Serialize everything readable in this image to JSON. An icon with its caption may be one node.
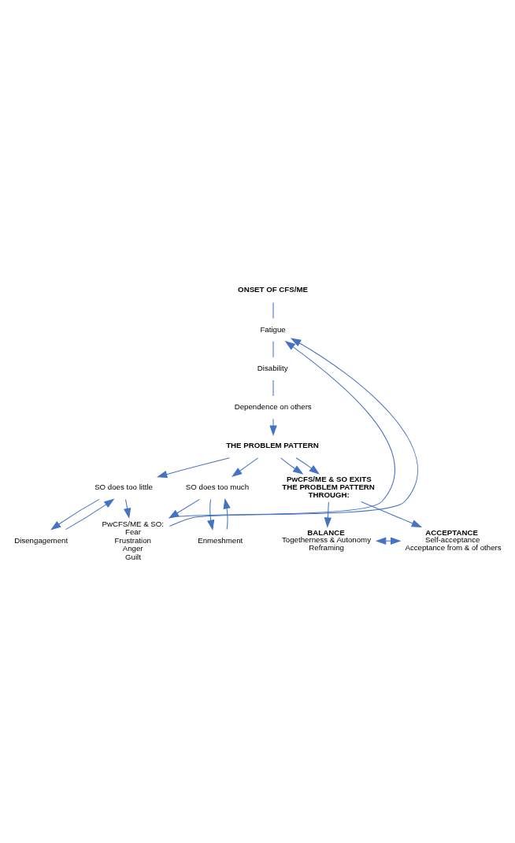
{
  "diagram": {
    "nodes": [
      {
        "text": [
          "ONSET OF CFS/ME"
        ]
      },
      {
        "text": [
          "Fatigue"
        ]
      },
      {
        "text": [
          "Disability"
        ]
      },
      {
        "text": [
          "Dependence on others"
        ]
      },
      {
        "text": [
          "THE PROBLEM PATTERN"
        ]
      },
      {
        "text": [
          "SO does too little"
        ]
      },
      {
        "text": [
          "Disengagement"
        ]
      },
      {
        "text": [
          "SO does too much"
        ]
      },
      {
        "text": [
          "Enmeshment"
        ]
      },
      {
        "text": [
          "PwCFS/ME & SO:",
          "Fear",
          "Frustration",
          "Anger",
          "Guilt"
        ]
      },
      {
        "text": [
          "PwCFS/ME & SO EXITS THE PROBLEM PATTERN THROUGH:"
        ]
      },
      {
        "text": [
          "BALANCE",
          "Togetherness & Autonomy",
          "Reframing"
        ]
      },
      {
        "text": [
          "ACCEPTANCE",
          "Self-acceptance",
          "Acceptance from & of others"
        ]
      }
    ],
    "edges": [
      {
        "from": 0,
        "to": 1,
        "arrow": "none"
      },
      {
        "from": 1,
        "to": 2,
        "arrow": "none"
      },
      {
        "from": 2,
        "to": 3,
        "arrow": "none"
      },
      {
        "from": 3,
        "to": 4,
        "arrow": "to"
      },
      {
        "from": 4,
        "to": 5,
        "arrow": "to"
      },
      {
        "from": 4,
        "to": 7,
        "arrow": "to"
      },
      {
        "from": 5,
        "to": 6,
        "arrow": "to"
      },
      {
        "from": 6,
        "to": 5,
        "arrow": "to"
      },
      {
        "from": 7,
        "to": 8,
        "arrow": "to"
      },
      {
        "from": 8,
        "to": 7,
        "arrow": "to"
      },
      {
        "from": 5,
        "to": 9,
        "arrow": "to"
      },
      {
        "from": 7,
        "to": 9,
        "arrow": "to"
      },
      {
        "from": 4,
        "to": 10,
        "arrow": "to"
      },
      {
        "from": 4,
        "to": 10,
        "arrow": "to"
      },
      {
        "from": 9,
        "to": 1,
        "arrow": "to"
      },
      {
        "from": 9,
        "to": 1,
        "arrow": "to"
      },
      {
        "from": 10,
        "to": 11,
        "arrow": "to"
      },
      {
        "from": 10,
        "to": 12,
        "arrow": "to"
      },
      {
        "from": 11,
        "to": 12,
        "arrow": "both"
      }
    ]
  }
}
